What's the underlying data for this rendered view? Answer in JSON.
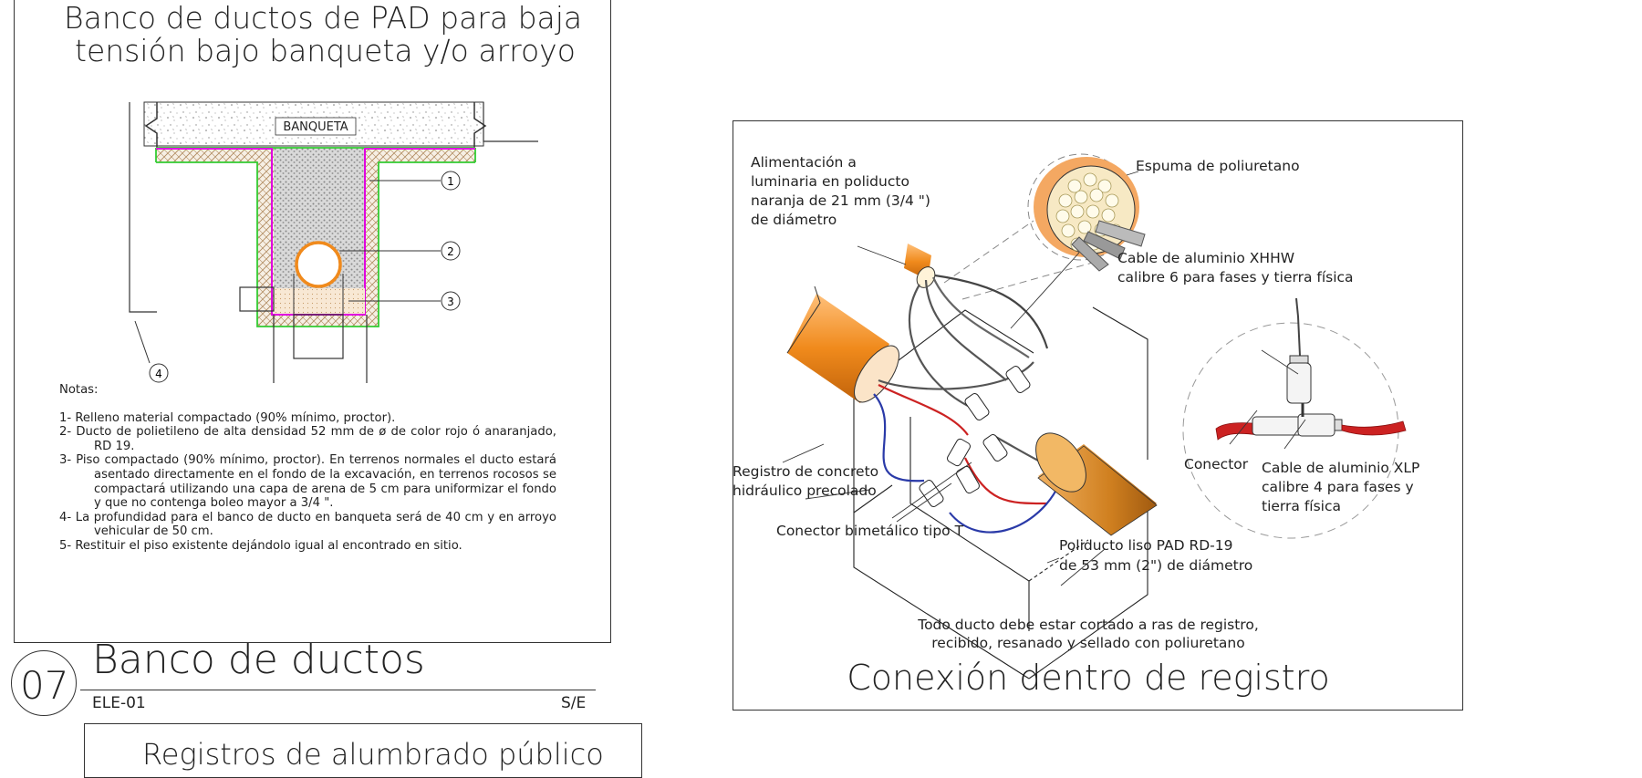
{
  "left_panel": {
    "title_line1": "Banco de ductos de PAD para baja",
    "title_line2": "tensión bajo banqueta y/o arroyo",
    "banqueta_label": "BANQUETA",
    "callouts": [
      "1",
      "2",
      "3",
      "4"
    ],
    "notes_heading": "Notas:",
    "notes": [
      "1-   Relleno material compactado (90% mínimo, proctor).",
      "2- Ducto de polietileno de alta densidad 52 mm de ø de color rojo ó anaranjado, RD 19.",
      "3- Piso compactado (90% mínimo, proctor). En terrenos normales el ducto estará asentado directamente en el fondo de la excavación, en terrenos rocosos se compactará utilizando una capa de arena de 5 cm para uniformizar el fondo y que no contenga boleo mayor a 3/4 \".",
      "4- La profundidad para el banco de ducto en banqueta será de 40 cm y en arroyo vehicular de 50 cm.",
      "5- Restituir el piso existente dejándolo igual al encontrado en sitio."
    ]
  },
  "title_block": {
    "number": "07",
    "name": "Banco de ductos",
    "code": "ELE-01",
    "scale": "S/E"
  },
  "bottom_panel": {
    "title": "Registros de alumbrado público"
  },
  "right_panel": {
    "label_alimentacion": [
      "Alimentación a",
      "luminaria en poliducto",
      "naranja de 21 mm (3/4 \")",
      "de diámetro"
    ],
    "label_espuma": "Espuma de poliuretano",
    "label_cable_xhhw": [
      "Cable de aluminio XHHW",
      "calibre 6 para fases y tierra física"
    ],
    "label_registro": [
      "Registro de concreto",
      "hidráulico precolado"
    ],
    "label_conector_t": "Conector bimetálico tipo T",
    "label_conector": "Conector",
    "label_cable_xlp": [
      "Cable de aluminio XLP",
      "calibre 4 para fases y",
      "tierra física"
    ],
    "label_poliducto": [
      "Poliducto liso PAD RD-19",
      "de 53 mm (2\") de diámetro"
    ],
    "note": [
      "Todo ducto debe estar cortado a ras de registro,",
      "recibido, resanado y sellado con poliuretano"
    ],
    "title": "Conexión dentro de registro"
  },
  "colors": {
    "outline": "#333333",
    "magenta": "#e000e0",
    "green": "#33cc33",
    "orange": "#f08a1c",
    "red_wire": "#cc2222",
    "blue_wire": "#2a3aa8"
  }
}
